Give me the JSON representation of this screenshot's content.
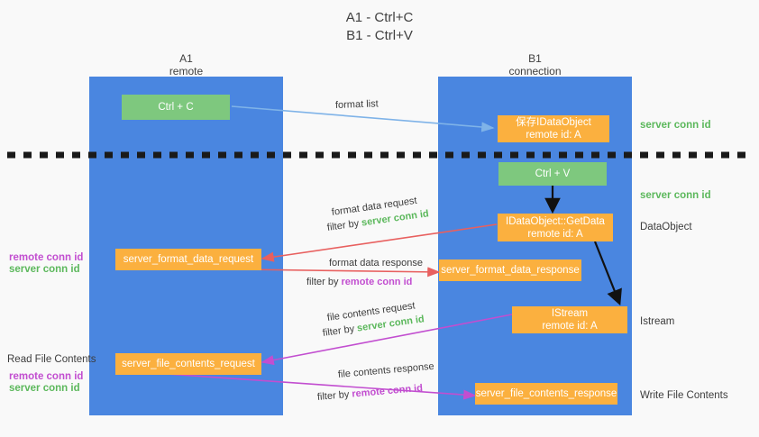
{
  "title": {
    "line1": "A1 - Ctrl+C",
    "line2": "B1 - Ctrl+V"
  },
  "lanes": [
    {
      "name": "A1",
      "sub": "remote"
    },
    {
      "name": "B1",
      "sub": "connection"
    }
  ],
  "nodes": {
    "ctrl_c": {
      "l1": "Ctrl + C",
      "l2": ""
    },
    "save_idataobject": {
      "l1": "保存IDataObject",
      "l2": "remote id: A"
    },
    "ctrl_v": {
      "l1": "Ctrl + V",
      "l2": ""
    },
    "idataobject_getdata": {
      "l1": "IDataObject::GetData",
      "l2": "remote id: A"
    },
    "server_format_data_request": {
      "l1": "server_format_data_request",
      "l2": ""
    },
    "server_format_data_response": {
      "l1": "server_format_data_response",
      "l2": ""
    },
    "istream": {
      "l1": "IStream",
      "l2": "remote id: A"
    },
    "server_file_contents_request": {
      "l1": "server_file_contents_request",
      "l2": ""
    },
    "server_file_contents_response": {
      "l1": "server_file_contents_response",
      "l2": ""
    }
  },
  "right_labels": {
    "server_conn_id_top": "server conn id",
    "server_conn_id_mid": "server conn id",
    "dataobject": "DataObject",
    "istream": "Istream",
    "write_file_contents": "Write File Contents"
  },
  "left_labels": {
    "remote_conn_id_1": "remote conn id",
    "server_conn_id_1": "server conn id",
    "read_file_contents": "Read File Contents",
    "remote_conn_id_2": "remote conn id",
    "server_conn_id_2": "server conn id"
  },
  "edges": {
    "format_list": "format list",
    "format_data_request": "format data request",
    "format_data_request_filter_pre": "filter by ",
    "format_data_request_filter_key": "server conn id",
    "format_data_response": "format data response",
    "format_data_response_filter_pre": "filter by ",
    "format_data_response_filter_key": "remote conn id",
    "file_contents_request": "file contents request",
    "file_contents_request_filter_pre": "filter by ",
    "file_contents_request_filter_key": "server conn id",
    "file_contents_response": "file contents response",
    "file_contents_response_filter_pre": "filter by ",
    "file_contents_response_filter_key": "remote conn id"
  },
  "colors": {
    "lane": "#4a86e0",
    "orange": "#fbb03f",
    "green_box": "#7ec87e",
    "green_text": "#5cb85c",
    "purple_text": "#c24ed0",
    "arrow_blue": "#7fb3e8",
    "arrow_red": "#e8605f",
    "arrow_magenta": "#c24ed0",
    "arrow_black": "#111111",
    "background": "#f9f9f9"
  }
}
